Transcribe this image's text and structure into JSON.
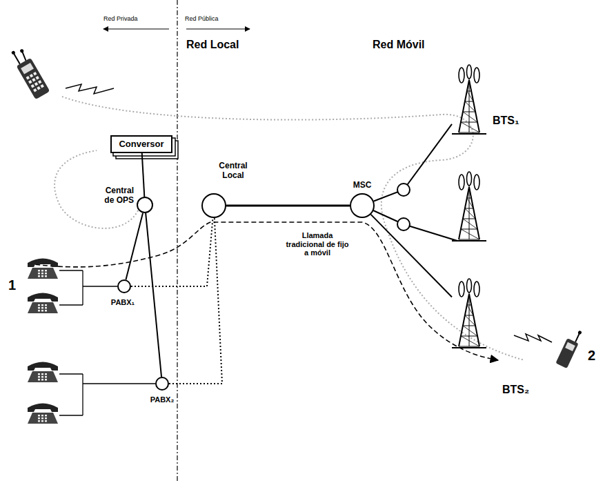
{
  "diagram": {
    "nodes": [
      {
        "text": [
          "Conversor"
        ]
      },
      {
        "text": [
          "Central de OPS"
        ]
      },
      {
        "text": [
          "Central Local"
        ]
      },
      {
        "text": [
          "MSC"
        ]
      },
      {
        "text": [
          "BTS₁"
        ]
      },
      {
        "text": [
          "BTS₂"
        ]
      },
      {
        "text": [
          "PABX₁"
        ]
      },
      {
        "text": [
          "PABX₂"
        ]
      }
    ],
    "edges": [
      {
        "from": 0,
        "to": 1,
        "arrow": "none"
      },
      {
        "from": 1,
        "to": 6,
        "arrow": "none"
      },
      {
        "from": 1,
        "to": 7,
        "arrow": "none"
      },
      {
        "from": 2,
        "to": 3,
        "arrow": "none"
      },
      {
        "from": 3,
        "to": 4,
        "arrow": "none"
      },
      {
        "from": 3,
        "to": 5,
        "arrow": "none"
      },
      {
        "from": 6,
        "to": 2,
        "arrow": "none"
      },
      {
        "from": 7,
        "to": 2,
        "arrow": "none"
      }
    ],
    "labels": [
      "Red Privada",
      "Red Pública",
      "Red Local",
      "Red Móvil",
      "Llamada tradicional de fijo a móvil",
      "1",
      "2"
    ]
  }
}
